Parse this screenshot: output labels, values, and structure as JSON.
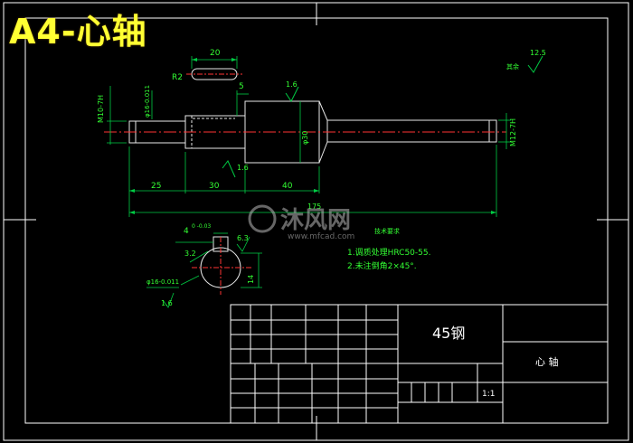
{
  "page_title": "A4-心轴",
  "watermark": {
    "brand": "沐风网",
    "url": "www.mfcad.com"
  },
  "dimensions": {
    "keyway_length": "20",
    "keyway_radius": "R2",
    "shoulder_width": "5",
    "left_thread": "M10-7H",
    "left_dia": "φ16-0.011",
    "center_dia": "φ30",
    "right_thread": "M12-7H",
    "len_a": "25",
    "len_b": "30",
    "len_c": "40",
    "total": "175",
    "rough_top": "1.6",
    "rough_bottom": "1.6",
    "rough_corner": "12.5",
    "rough_corner_label": "其余"
  },
  "section_view": {
    "key_width": "4",
    "key_tol": "0 -0.03",
    "depth_val": "3.2",
    "rough_a": "6.3",
    "flat_dim": "14",
    "dia_label": "φ16-0.011",
    "rough_b": "1.6"
  },
  "tech_requirements": {
    "heading": "技术要求",
    "line1": "1.调质处理HRC50-55.",
    "line2": "2.未注倒角2×45°."
  },
  "title_block": {
    "material": "45钢",
    "part_name": "心 轴",
    "scale": "1:1"
  },
  "colors": {
    "frame": "#ffffff",
    "drawing": "#e8e8e8",
    "dimension": "#00cc44",
    "annotation": "#33ff33",
    "centerline": "#ff3333",
    "title": "#ffff33"
  }
}
